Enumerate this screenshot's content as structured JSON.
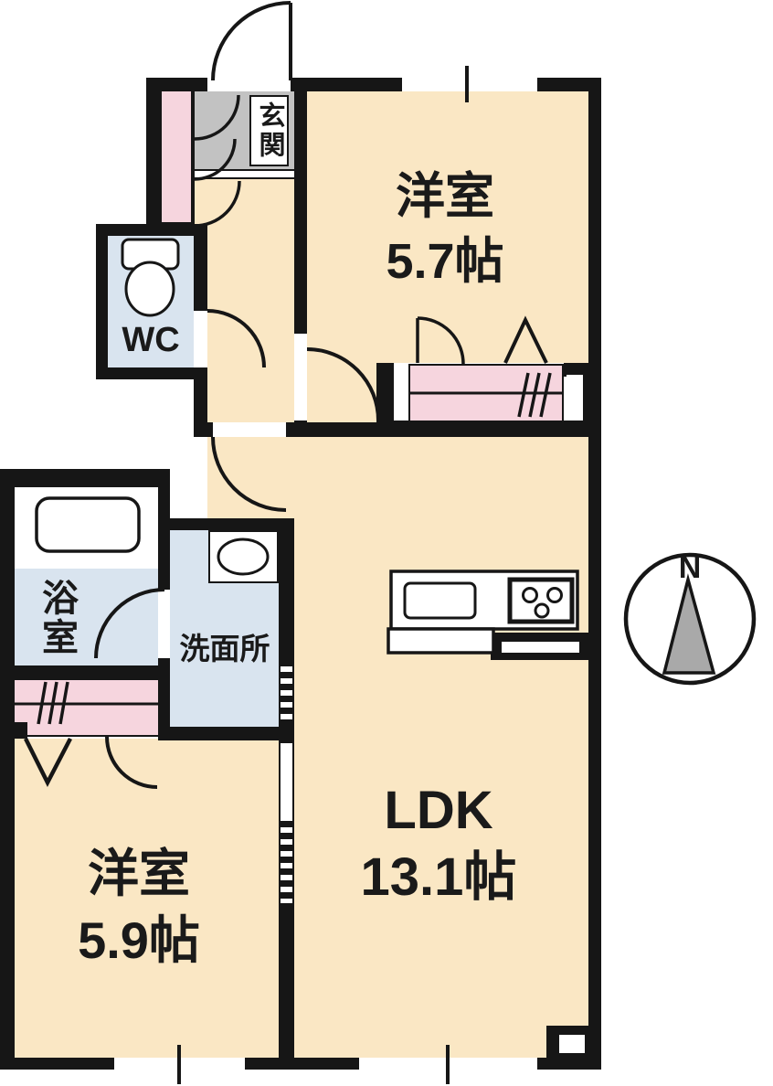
{
  "floorplan": {
    "rooms": {
      "bedroom_top": {
        "name": "洋室",
        "size": "5.7帖"
      },
      "bedroom_bottom": {
        "name": "洋室",
        "size": "5.9帖"
      },
      "ldk": {
        "name": "LDK",
        "size": "13.1帖"
      },
      "entrance": {
        "name": "玄関"
      },
      "toilet": {
        "name": "WC"
      },
      "bathroom": {
        "name": "浴室"
      },
      "washroom": {
        "name": "洗面所"
      }
    },
    "compass": {
      "north_label": "N"
    },
    "colors": {
      "floor": "#FAE7C4",
      "closet_pink": "#F6D5DE",
      "wet_blue": "#D9E4EF",
      "entrance_gray": "#C2C2C2",
      "wall": "#161616",
      "compass_triangle": "#A9A9A9"
    }
  }
}
